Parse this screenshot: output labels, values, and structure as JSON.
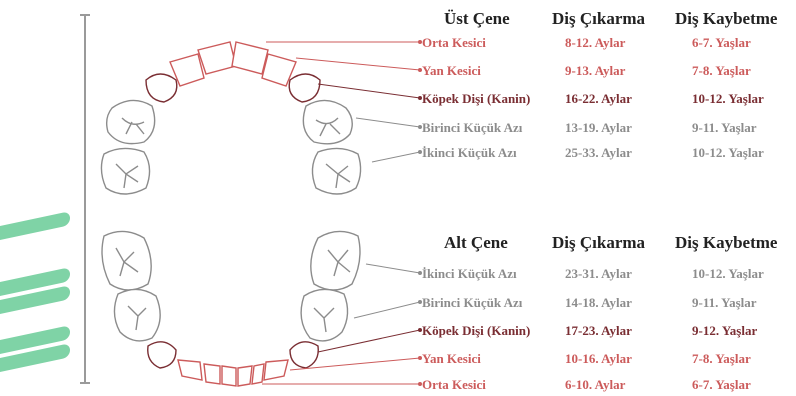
{
  "colors": {
    "red": "#cc5b5b",
    "dark": "#7a2e33",
    "grey": "#8c8c8c",
    "accent": "#7fd3a6"
  },
  "upper": {
    "title": "Üst Çene",
    "col_eruption": "Diş Çıkarma",
    "col_loss": "Diş Kaybetme",
    "rows": [
      {
        "name": "Orta Kesici",
        "eruption": "8-12. Aylar",
        "loss": "6-7. Yaşlar",
        "tone": "red"
      },
      {
        "name": "Yan Kesici",
        "eruption": "9-13. Aylar",
        "loss": "7-8. Yaşlar",
        "tone": "red"
      },
      {
        "name": "Köpek Dişi (Kanin)",
        "eruption": "16-22. Aylar",
        "loss": "10-12. Yaşlar",
        "tone": "dark"
      },
      {
        "name": "Birinci Küçük Azı",
        "eruption": "13-19. Aylar",
        "loss": "9-11. Yaşlar",
        "tone": "grey"
      },
      {
        "name": "İkinci Küçük Azı",
        "eruption": "25-33. Aylar",
        "loss": "10-12. Yaşlar",
        "tone": "grey"
      }
    ]
  },
  "lower": {
    "title": "Alt Çene",
    "col_eruption": "Diş Çıkarma",
    "col_loss": "Diş Kaybetme",
    "rows": [
      {
        "name": "İkinci Küçük Azı",
        "eruption": "23-31. Aylar",
        "loss": "10-12. Yaşlar",
        "tone": "grey"
      },
      {
        "name": "Birinci Küçük Azı",
        "eruption": "14-18. Aylar",
        "loss": "9-11. Yaşlar",
        "tone": "grey"
      },
      {
        "name": "Köpek Dişi (Kanin)",
        "eruption": "17-23. Aylar",
        "loss": "9-12. Yaşlar",
        "tone": "dark"
      },
      {
        "name": "Yan Kesici",
        "eruption": "10-16. Aylar",
        "loss": "7-8. Yaşlar",
        "tone": "red"
      },
      {
        "name": "Orta Kesici",
        "eruption": "6-10. Aylar",
        "loss": "6-7. Yaşlar",
        "tone": "red"
      }
    ]
  }
}
